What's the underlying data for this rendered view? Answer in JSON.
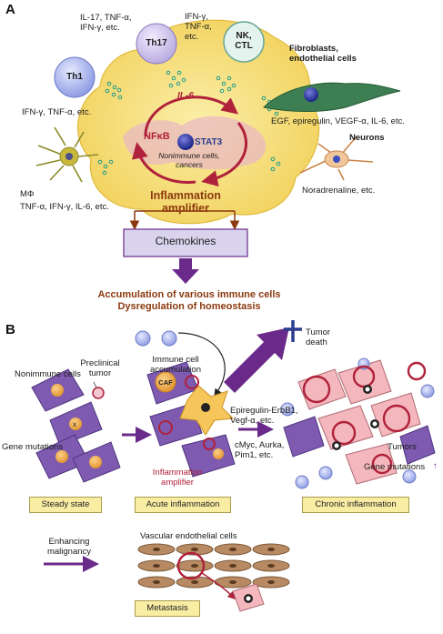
{
  "panel_a": {
    "letter": "A",
    "cells": {
      "th17": "Th17",
      "th1": "Th1",
      "nk_ctl": "NK,\nCTL",
      "macrophage": "MΦ"
    },
    "texts": {
      "th17_cytokines": "IL-17, TNF-α,\nIFN-γ, etc.",
      "nk_cytokines": "IFN-γ,\nTNF-α,\netc.",
      "th1_cytokines": "IFN-γ, TNF-α, etc.",
      "fibroblasts": "Fibroblasts,\nendothelial cells",
      "fibro_factors": "EGF, epiregulin, VEGF-α, IL-6, etc.",
      "neurons": "Neurons",
      "noradrenaline": "Noradrenaline, etc.",
      "macro_cytokines": "TNF-α, IFN-γ, IL-6, etc.",
      "il6": "IL-6",
      "nfkb": "NFκB",
      "stat3": "STAT3",
      "nonimmune": "Nonimmune cells,\ncancers",
      "amplifier": "Inflammation\namplifier",
      "chemokines": "Chemokines",
      "outcome": "Accumulation of various immune cells\nDysregulation of homeostasis"
    }
  },
  "panel_b": {
    "letter": "B",
    "texts": {
      "nonimmune_cells": "Nonimmune cells",
      "preclinical_tumor": "Preclinical\ntumor",
      "gene_mutations": "Gene mutations",
      "immune_accumulation": "Immune cell\naccumulation",
      "caf": "CAF",
      "inflammation_amplifier": "Inflammation\namplifier",
      "tumor_death": "Tumor\ndeath",
      "epiregulin": "Epiregulin-ErbB1,\nVegf-α, etc.",
      "cmyc": "cMyc, Aurka,\nPim1, etc.",
      "tumors": "Tumors",
      "gene_mutations_up": "Gene mutations",
      "up_arrow": "↑",
      "enhancing": "Enhancing\nmalignancy",
      "vascular": "Vascular endothelial cells"
    },
    "stages": {
      "steady": "Steady state",
      "acute": "Acute inflammation",
      "chronic": "Chronic inflammation",
      "metastasis": "Metastasis"
    }
  },
  "colors": {
    "cell_yellow": "#f6df7a",
    "purple": "#6a2a8a",
    "crimson": "#b0213b",
    "brown": "#8b3a0f",
    "lavender": "#d9d3ee",
    "tag_yellow": "#f9eda3"
  }
}
